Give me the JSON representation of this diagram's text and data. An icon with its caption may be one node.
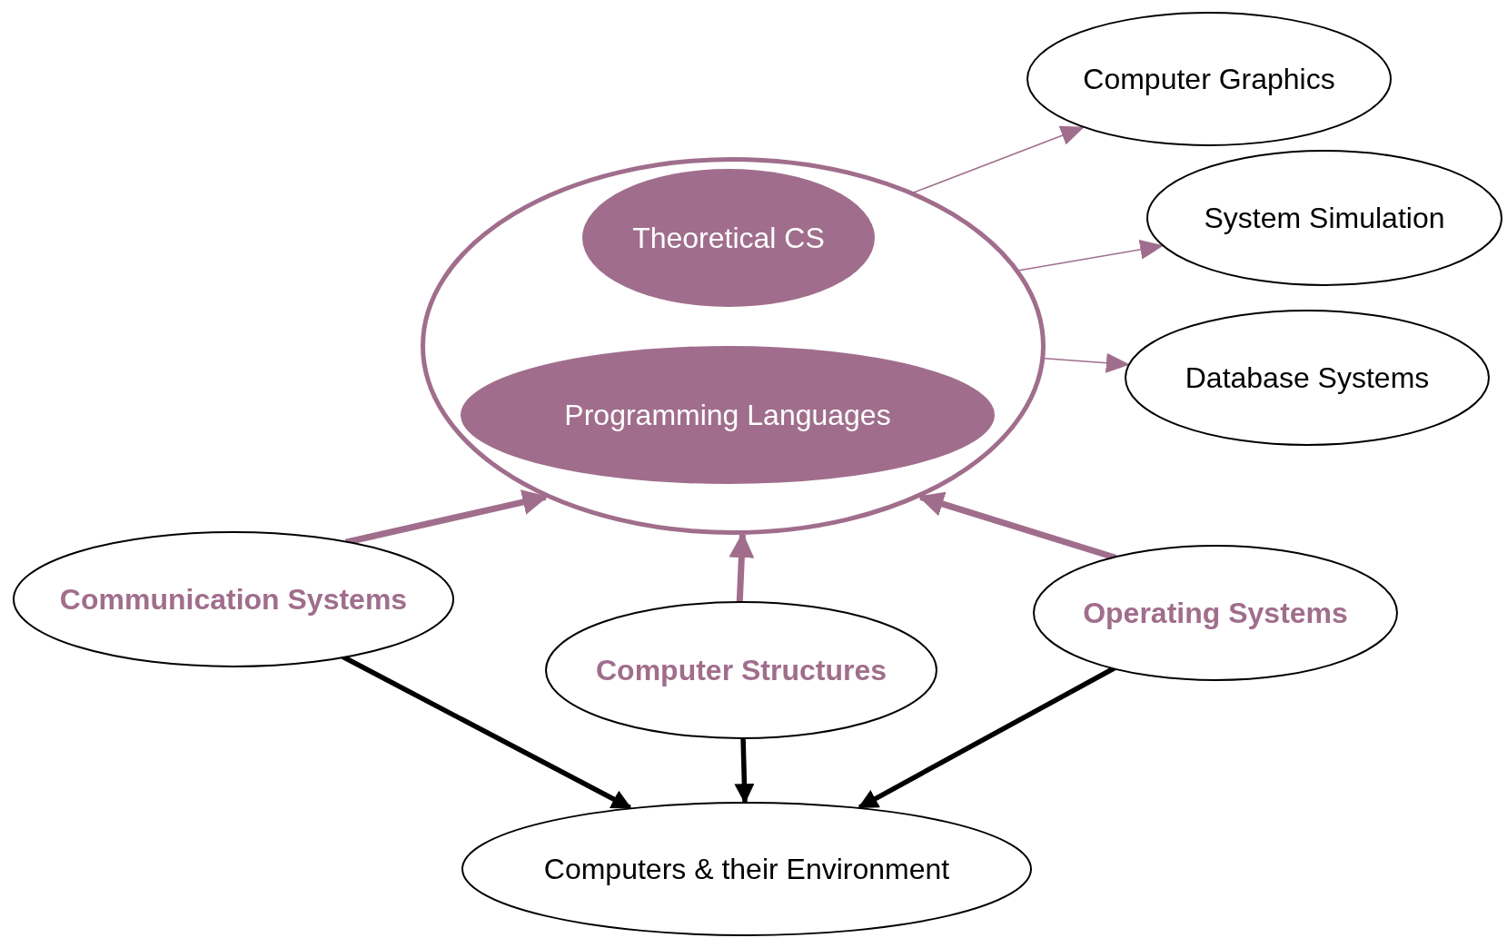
{
  "diagram": {
    "nodes": [
      {
        "text": [],
        "shape": "ellipse"
      },
      {
        "text": [
          "Theoretical CS"
        ],
        "in": 0
      },
      {
        "text": [
          "Programming Languages"
        ],
        "in": 0
      },
      {
        "text": [
          "Computer Graphics"
        ]
      },
      {
        "text": [
          "System Simulation"
        ]
      },
      {
        "text": [
          "Database Systems"
        ]
      },
      {
        "text": [
          "Communication Systems"
        ]
      },
      {
        "text": [
          "Computer Structures"
        ]
      },
      {
        "text": [
          "Operating Systems"
        ]
      },
      {
        "text": [
          "Computers & their Environment"
        ]
      }
    ],
    "edges": [
      {
        "from": 0,
        "to": 3,
        "arrow": "to"
      },
      {
        "from": 0,
        "to": 4,
        "arrow": "to"
      },
      {
        "from": 0,
        "to": 5,
        "arrow": "to"
      },
      {
        "from": 6,
        "to": 0,
        "arrow": "to"
      },
      {
        "from": 7,
        "to": 0,
        "arrow": "to"
      },
      {
        "from": 8,
        "to": 0,
        "arrow": "to"
      },
      {
        "from": 6,
        "to": 9,
        "arrow": "to",
        "color": "#000000"
      },
      {
        "from": 7,
        "to": 9,
        "arrow": "to",
        "color": "#000000"
      },
      {
        "from": 8,
        "to": 9,
        "arrow": "to",
        "color": "#000000"
      }
    ]
  }
}
